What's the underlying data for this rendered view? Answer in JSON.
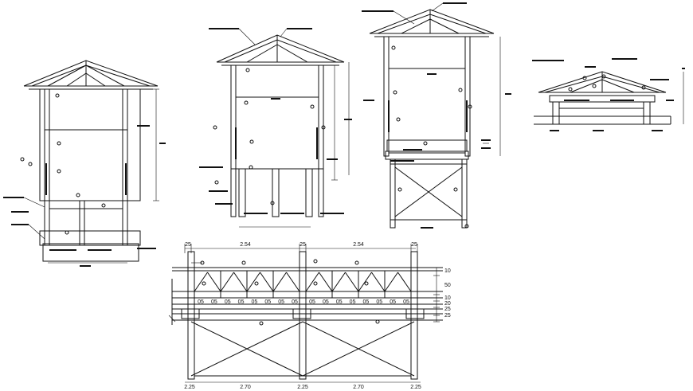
{
  "drawing": {
    "line_color": "#111111",
    "background": "#ffffff"
  },
  "bridge_elevation": {
    "top_dimensions": {
      "post_1": "25",
      "span_1": "2.54",
      "post_2": "25",
      "span_2": "2.54",
      "post_3": "25"
    },
    "bottom_dimensions": {
      "post_1": "2.25",
      "span_1": "2.70",
      "post_2": "2.25",
      "span_2": "2.70",
      "post_3": "2.25"
    },
    "right_dimensions": {
      "d1": "10",
      "d2": "50",
      "d3": "10",
      "d4": "20",
      "d5": "25",
      "d6": "25"
    },
    "deck_labels": [
      "05",
      "05",
      "05",
      "05",
      "05",
      "05",
      "05",
      "05",
      "05",
      "05",
      "05",
      "05",
      "05",
      "05",
      "05",
      "05"
    ]
  }
}
